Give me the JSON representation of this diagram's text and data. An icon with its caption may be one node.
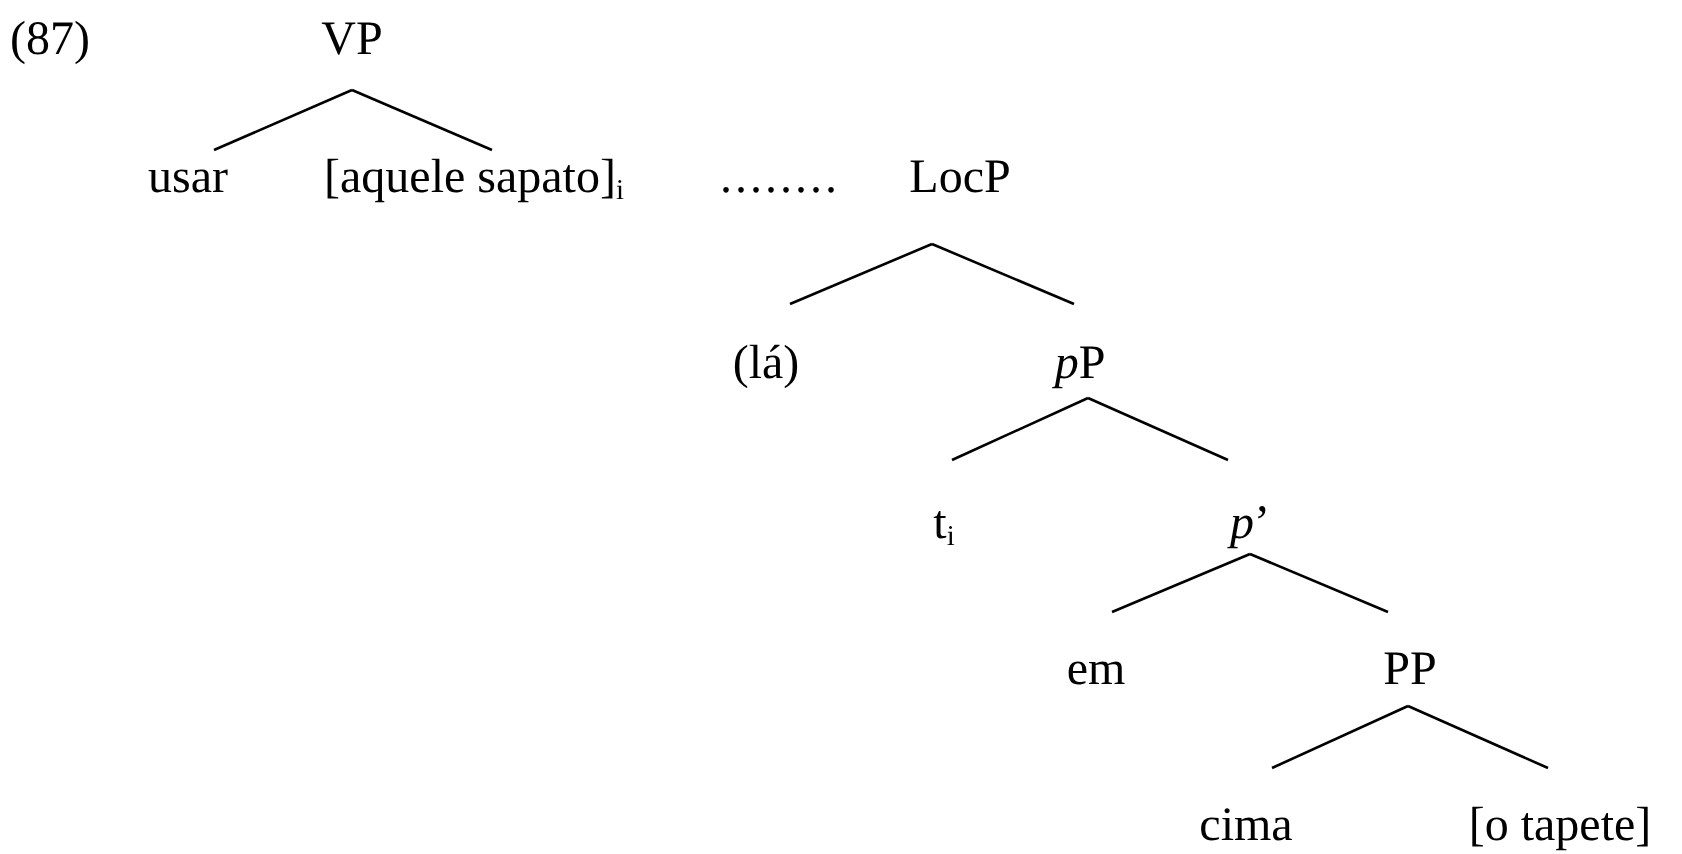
{
  "diagram": {
    "nodes": [
      {
        "text": [
          "VP"
        ]
      },
      {
        "text": [
          "usar"
        ]
      },
      {
        "text": [
          "[aquele sapato]$_{i}$"
        ]
      },
      {
        "text": [
          "LocP"
        ]
      },
      {
        "text": [
          "(lá)"
        ]
      },
      {
        "text": [
          "pP"
        ]
      },
      {
        "text": [
          "t$_{i}$"
        ]
      },
      {
        "text": [
          "*p*’"
        ]
      },
      {
        "text": [
          "em"
        ]
      },
      {
        "text": [
          "PP"
        ]
      },
      {
        "text": [
          "cima"
        ]
      },
      {
        "text": [
          "[o tapete]"
        ]
      }
    ],
    "edges": [
      {
        "from": 0,
        "to": 1,
        "arrow": "none"
      },
      {
        "from": 0,
        "to": 2,
        "arrow": "none"
      },
      {
        "from": 3,
        "to": 4,
        "arrow": "none"
      },
      {
        "from": 3,
        "to": 5,
        "arrow": "none"
      },
      {
        "from": 5,
        "to": 6,
        "arrow": "none"
      },
      {
        "from": 5,
        "to": 7,
        "arrow": "none"
      },
      {
        "from": 7,
        "to": 8,
        "arrow": "none"
      },
      {
        "from": 7,
        "to": 9,
        "arrow": "none"
      },
      {
        "from": 9,
        "to": 10,
        "arrow": "none"
      },
      {
        "from": 9,
        "to": 11,
        "arrow": "none"
      }
    ],
    "labels": [
      "(87)",
      "........"
    ]
  }
}
